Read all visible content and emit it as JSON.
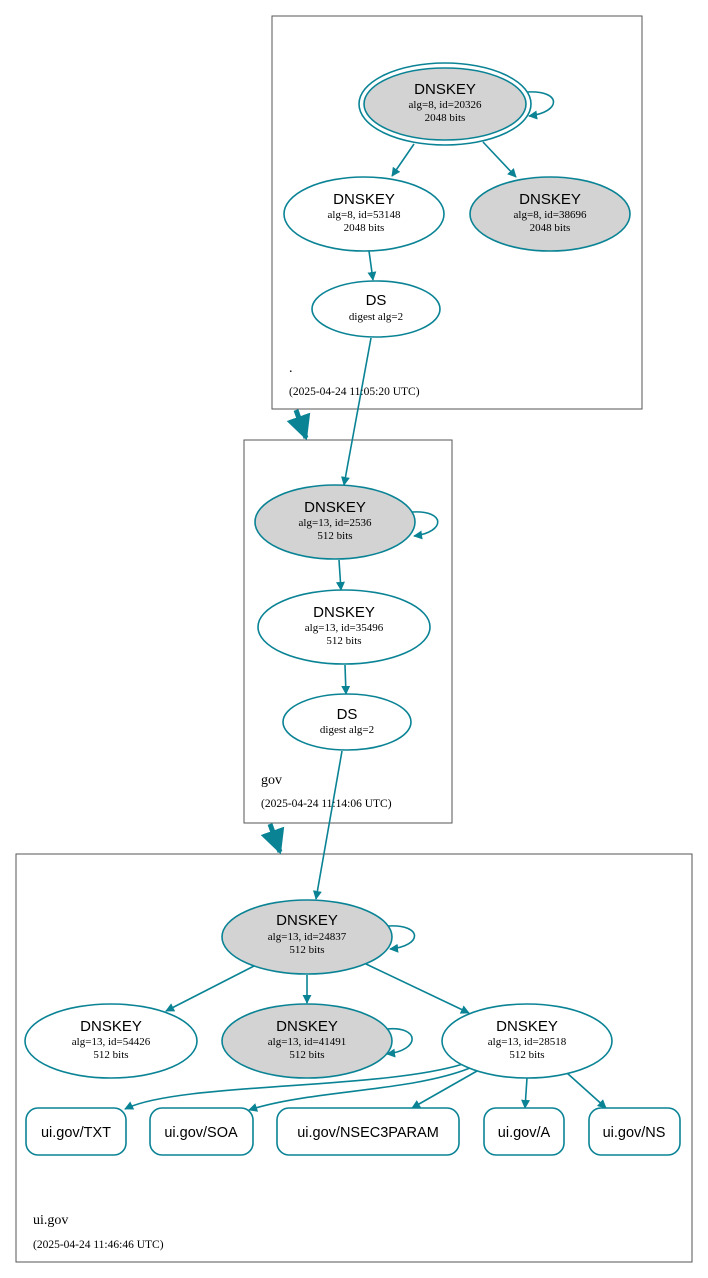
{
  "zones": {
    "root": {
      "name": ".",
      "timestamp": "(2025-04-24 11:05:20 UTC)"
    },
    "gov": {
      "name": "gov",
      "timestamp": "(2025-04-24 11:14:06 UTC)"
    },
    "ui_gov": {
      "name": "ui.gov",
      "timestamp": "(2025-04-24 11:46:46 UTC)"
    }
  },
  "nodes": {
    "root_ksk": {
      "type": "DNSKEY",
      "line1": "alg=8, id=20326",
      "line2": "2048 bits"
    },
    "root_zsk": {
      "type": "DNSKEY",
      "line1": "alg=8, id=53148",
      "line2": "2048 bits"
    },
    "root_key3": {
      "type": "DNSKEY",
      "line1": "alg=8, id=38696",
      "line2": "2048 bits"
    },
    "root_ds": {
      "type": "DS",
      "line1": "digest alg=2"
    },
    "gov_ksk": {
      "type": "DNSKEY",
      "line1": "alg=13, id=2536",
      "line2": "512 bits"
    },
    "gov_zsk": {
      "type": "DNSKEY",
      "line1": "alg=13, id=35496",
      "line2": "512 bits"
    },
    "gov_ds": {
      "type": "DS",
      "line1": "digest alg=2"
    },
    "ui_ksk": {
      "type": "DNSKEY",
      "line1": "alg=13, id=24837",
      "line2": "512 bits"
    },
    "ui_key_54426": {
      "type": "DNSKEY",
      "line1": "alg=13, id=54426",
      "line2": "512 bits"
    },
    "ui_key_41491": {
      "type": "DNSKEY",
      "line1": "alg=13, id=41491",
      "line2": "512 bits"
    },
    "ui_zsk": {
      "type": "DNSKEY",
      "line1": "alg=13, id=28518",
      "line2": "512 bits"
    }
  },
  "records": [
    "ui.gov/TXT",
    "ui.gov/SOA",
    "ui.gov/NSEC3PARAM",
    "ui.gov/A",
    "ui.gov/NS"
  ],
  "colors": {
    "edge": "#0a8395",
    "grey_fill": "#d3d3d3",
    "box_stroke": "#555555"
  }
}
